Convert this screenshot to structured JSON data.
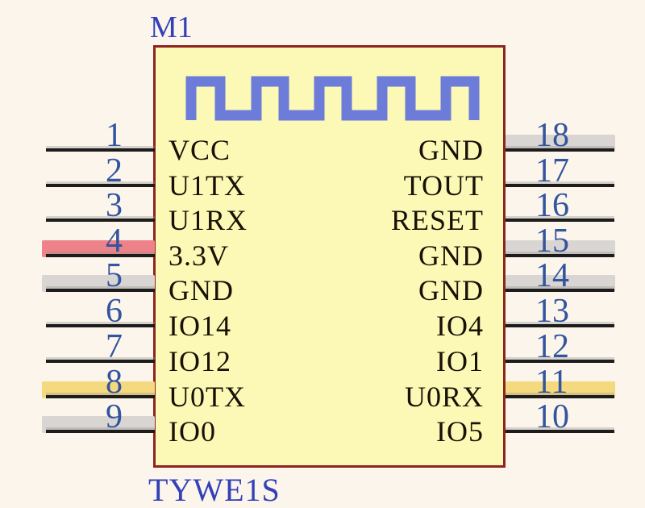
{
  "component": {
    "designator": "M1",
    "part_label": "TYWE1S",
    "symbol_icon": "square-wave-antenna-icon"
  },
  "colors": {
    "page_bg": "#fbf5ec",
    "body_fill": "#fcf9b6",
    "body_border": "#8e2420",
    "wave_blue": "#6c7cd8",
    "number_blue": "#33549e",
    "label_ink": "#191106",
    "title_blue": "#3340b8",
    "wire_black": "#1c1c1c",
    "highlight_red": "#ee8289",
    "highlight_gray": "#d9d5d3",
    "highlight_yellow": "#f4d97e"
  },
  "pins": {
    "left": [
      {
        "number": "1",
        "label": "VCC",
        "highlight": ""
      },
      {
        "number": "2",
        "label": "U1TX",
        "highlight": ""
      },
      {
        "number": "3",
        "label": "U1RX",
        "highlight": ""
      },
      {
        "number": "4",
        "label": "3.3V",
        "highlight": "#ee8289"
      },
      {
        "number": "5",
        "label": "GND",
        "highlight": "#d9d5d3"
      },
      {
        "number": "6",
        "label": "IO14",
        "highlight": ""
      },
      {
        "number": "7",
        "label": "IO12",
        "highlight": ""
      },
      {
        "number": "8",
        "label": "U0TX",
        "highlight": "#f4d97e"
      },
      {
        "number": "9",
        "label": "IO0",
        "highlight": "#d9d5d3"
      }
    ],
    "right": [
      {
        "number": "18",
        "label": "GND",
        "highlight": "#d9d5d3"
      },
      {
        "number": "17",
        "label": "TOUT",
        "highlight": ""
      },
      {
        "number": "16",
        "label": "RESET",
        "highlight": ""
      },
      {
        "number": "15",
        "label": "GND",
        "highlight": "#d9d5d3"
      },
      {
        "number": "14",
        "label": "GND",
        "highlight": "#d9d5d3"
      },
      {
        "number": "13",
        "label": "IO4",
        "highlight": ""
      },
      {
        "number": "12",
        "label": "IO1",
        "highlight": ""
      },
      {
        "number": "11",
        "label": "U0RX",
        "highlight": "#f4d97e"
      },
      {
        "number": "10",
        "label": "IO5",
        "highlight": ""
      }
    ]
  }
}
